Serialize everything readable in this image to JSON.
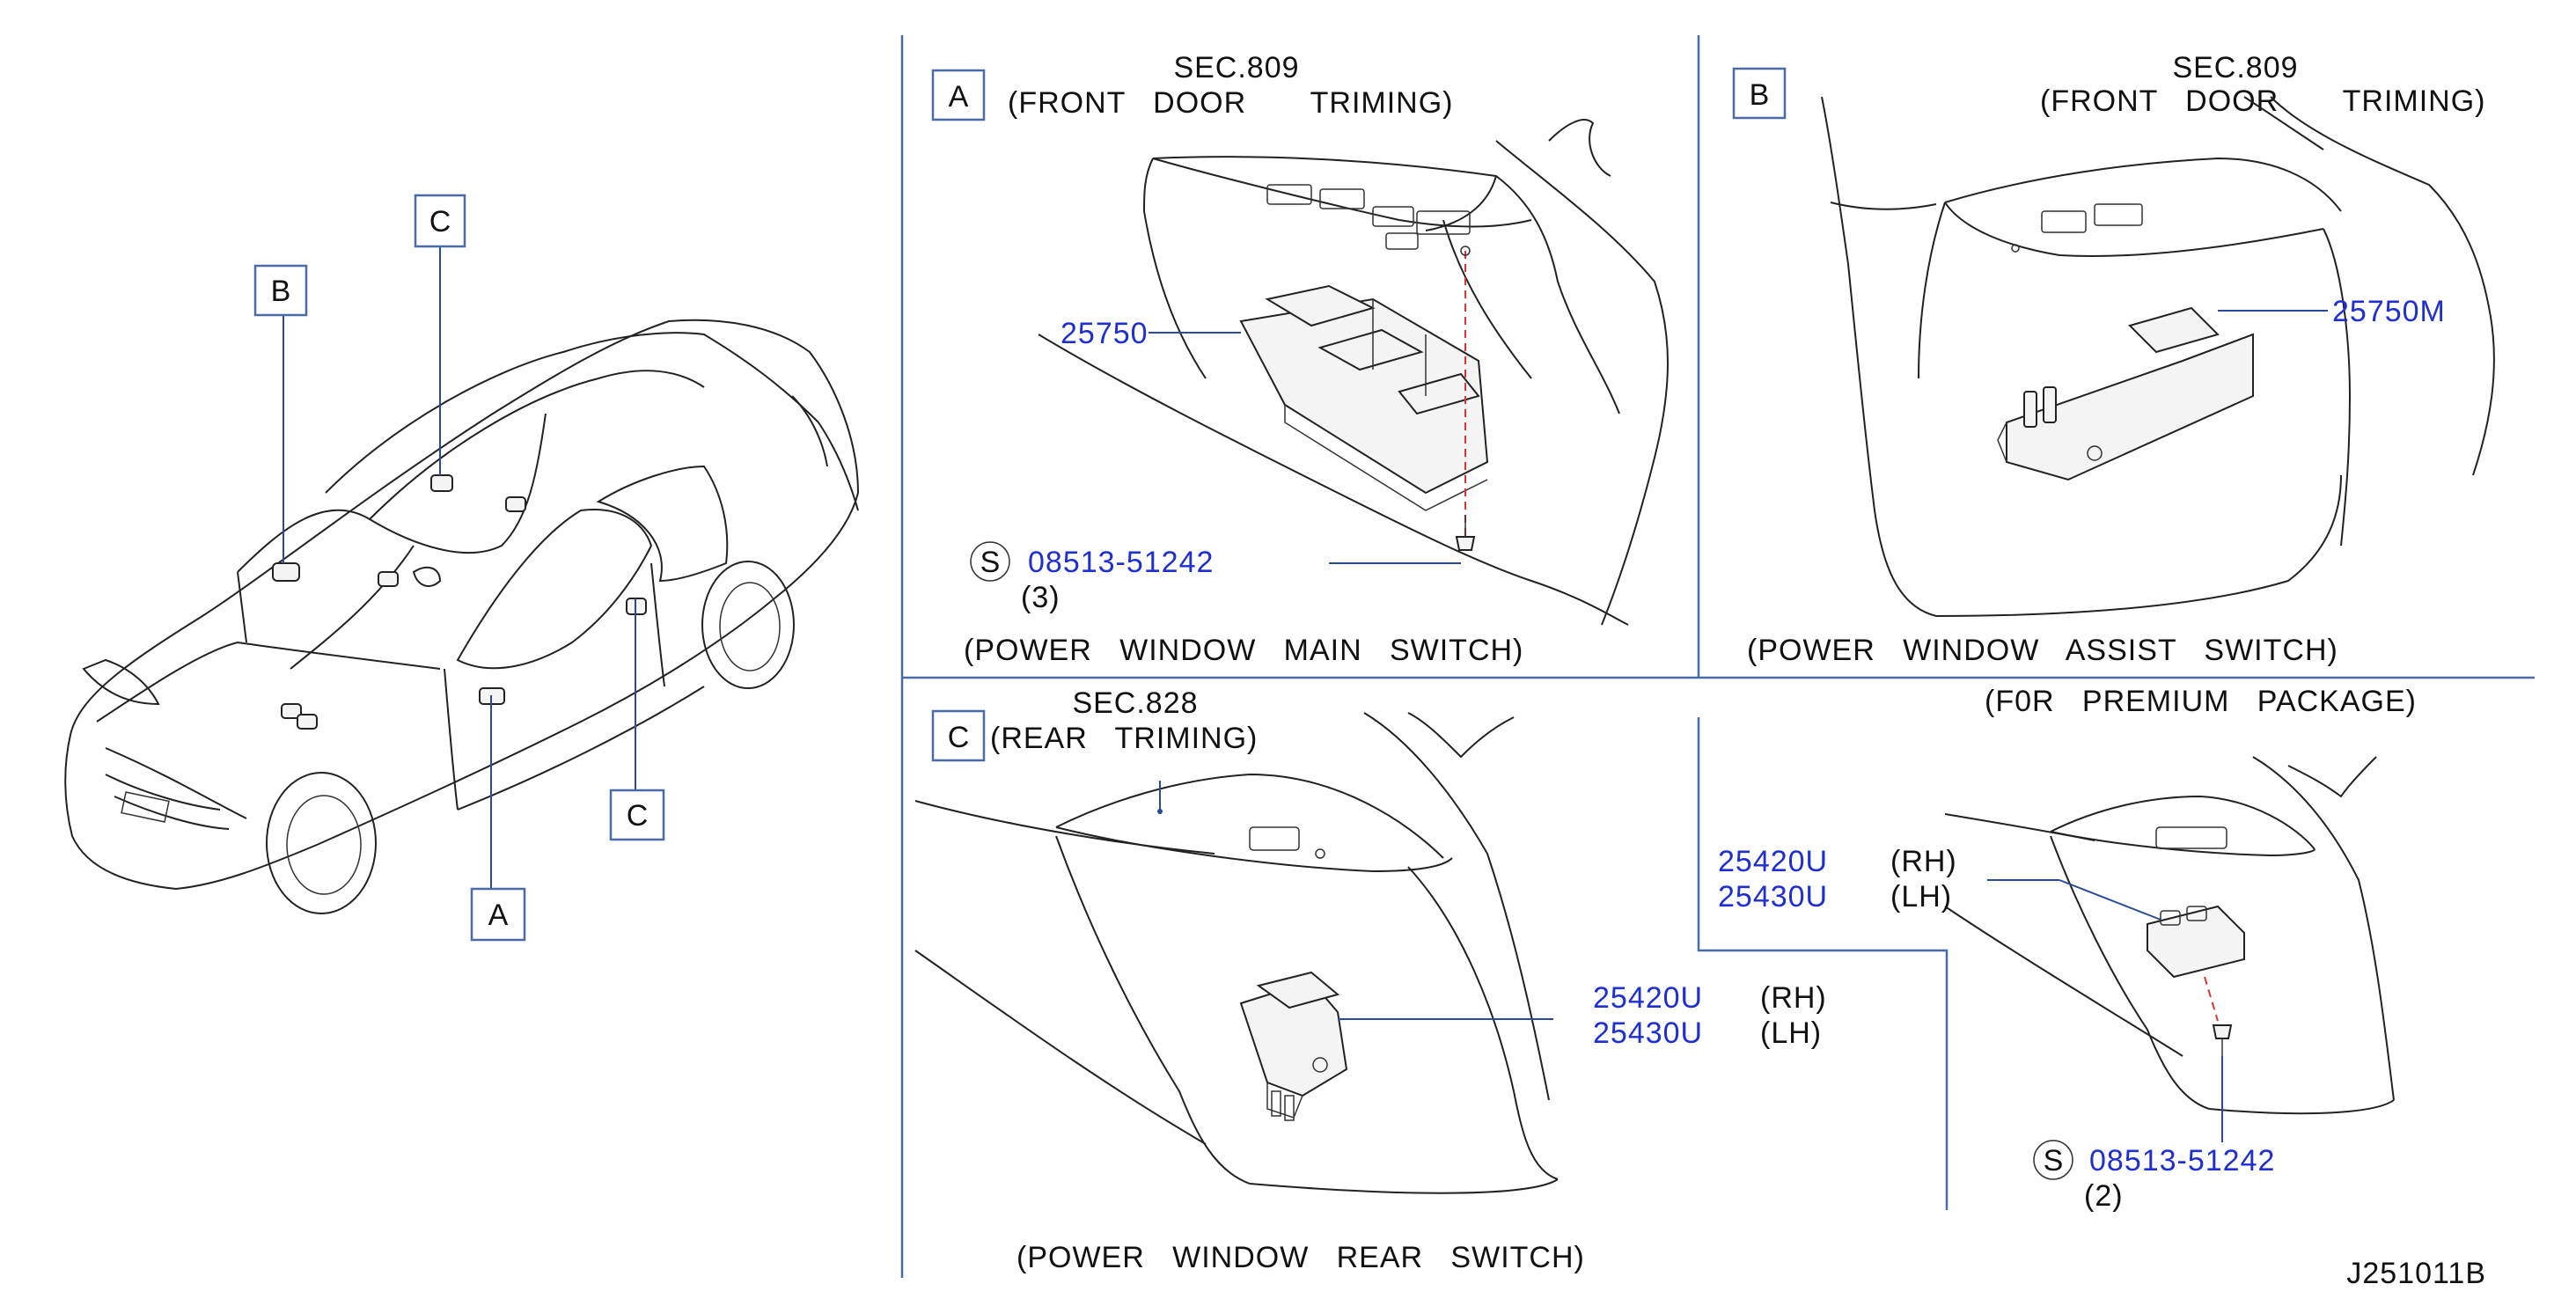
{
  "colors": {
    "part_number": "#1f2fd0",
    "frame": "#4a6aa8",
    "guide": "#d33333"
  },
  "car": {
    "callouts": {
      "a": "A",
      "b": "B",
      "c_top": "C",
      "c_bottom": "C"
    }
  },
  "panel_a": {
    "tag": "A",
    "sec": "SEC.809",
    "trim": "(FRONT   DOOR       TRIMING)",
    "part": "25750",
    "screw_symbol": "S",
    "screw_part": "08513-51242",
    "screw_qty": "(3)",
    "caption": "(POWER   WINDOW   MAIN   SWITCH)"
  },
  "panel_b": {
    "tag": "B",
    "sec": "SEC.809",
    "trim": "(FRONT   DOOR       TRIMING)",
    "part": "25750M",
    "caption": "(POWER   WINDOW   ASSIST   SWITCH)"
  },
  "panel_c": {
    "tag": "C",
    "sec": "SEC.828",
    "trim": "(REAR   TRIMING)",
    "part_rh": "25420U",
    "part_lh": "25430U",
    "rh": "(RH)",
    "lh": "(LH)",
    "caption": "(POWER   WINDOW   REAR   SWITCH)"
  },
  "panel_d": {
    "heading": "(F0R   PREMIUM   PACKAGE)",
    "part_rh": "25420U",
    "part_lh": "25430U",
    "rh": "(RH)",
    "lh": "(LH)",
    "screw_symbol": "S",
    "screw_part": "08513-51242",
    "screw_qty": "(2)"
  },
  "diagram_code": "J251011B"
}
